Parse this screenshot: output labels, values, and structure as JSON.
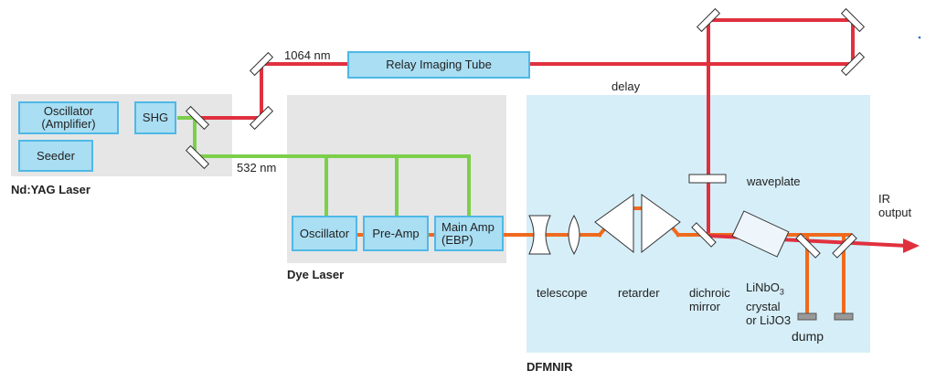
{
  "colors": {
    "ir_beam": "#e0303e",
    "green_beam": "#7ccf4a",
    "dye_beam": "#ef6a1e",
    "gray_box": "#e6e6e6",
    "blue_box": "#d6eef8",
    "component_fill": "#a9def3",
    "component_border": "#4fb8e6"
  },
  "nd_yag": {
    "title": "Nd:YAG Laser",
    "oscillator": "Oscillator\n(Amplifier)",
    "shg": "SHG",
    "seeder": "Seeder"
  },
  "beams": {
    "ir_wavelength": "1064 nm",
    "green_wavelength": "532 nm"
  },
  "relay_tube": "Relay Imaging Tube",
  "delay_label": "delay",
  "dye_laser": {
    "title": "Dye Laser",
    "oscillator": "Oscillator",
    "pre_amp": "Pre-Amp",
    "main_amp": "Main Amp\n(EBP)"
  },
  "dfmnir": {
    "title": "DFMNIR",
    "telescope": "telescope",
    "retarder": "retarder",
    "dichroic": "dichroic\nmirror",
    "waveplate": "waveplate",
    "crystal_line1": "LiNbO",
    "crystal_sub": "3",
    "crystal_line2": "crystal",
    "crystal_line3": "or LiJO3",
    "dump": "dump",
    "ir_output": "IR\noutput"
  }
}
